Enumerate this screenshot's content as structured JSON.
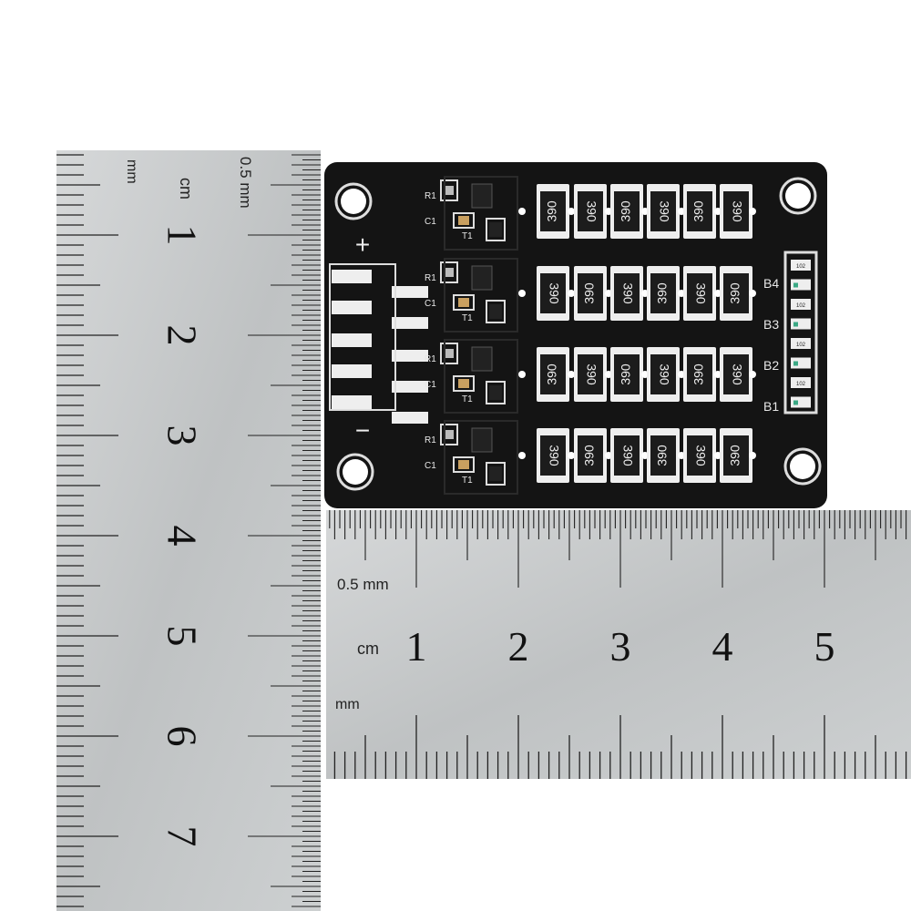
{
  "vertical_ruler": {
    "unit_mm": "mm",
    "unit_cm": "cm",
    "unit_half_mm": "0.5 mm",
    "cm_numbers": [
      "1",
      "2",
      "3",
      "4",
      "5",
      "6",
      "7"
    ]
  },
  "horizontal_ruler": {
    "unit_mm": "mm",
    "unit_cm": "cm",
    "unit_half_mm": "0.5 mm",
    "cm_numbers": [
      "1",
      "2",
      "3",
      "4",
      "5"
    ]
  },
  "board": {
    "plus_label": "+",
    "minus_label": "−",
    "channel_labels": {
      "r": "R1",
      "c": "C1",
      "t": "T1"
    },
    "resistor_code": "390",
    "indicator_code": "102",
    "balance_labels": [
      "B4",
      "B3",
      "B2",
      "B1"
    ],
    "colors": {
      "pcb": "#141414",
      "ruler": "#c9cccd",
      "silkscreen": "#e8e8e8"
    }
  }
}
